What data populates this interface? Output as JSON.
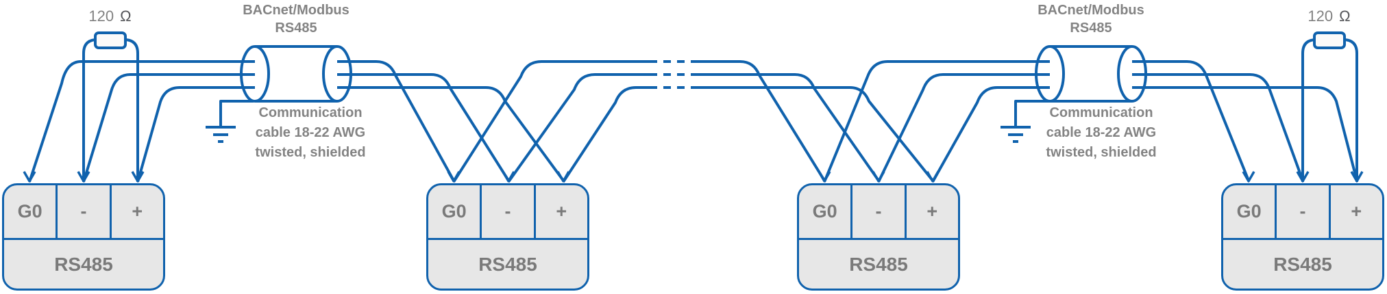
{
  "diagram": {
    "termination_resistors": [
      {
        "value": "120",
        "unit": "Ω"
      },
      {
        "value": "120",
        "unit": "Ω"
      }
    ],
    "bus_labels": [
      {
        "line1": "BACnet/Modbus",
        "line2": "RS485"
      },
      {
        "line1": "BACnet/Modbus",
        "line2": "RS485"
      }
    ],
    "cable_notes": [
      {
        "line1": "Communication",
        "line2": "cable 18-22 AWG",
        "line3": "twisted, shielded"
      },
      {
        "line1": "Communication",
        "line2": "cable 18-22 AWG",
        "line3": "twisted, shielded"
      }
    ],
    "devices": [
      {
        "terminals": [
          "G0",
          "-",
          "+"
        ],
        "port": "RS485"
      },
      {
        "terminals": [
          "G0",
          "-",
          "+"
        ],
        "port": "RS485"
      },
      {
        "terminals": [
          "G0",
          "-",
          "+"
        ],
        "port": "RS485"
      },
      {
        "terminals": [
          "G0",
          "-",
          "+"
        ],
        "port": "RS485"
      }
    ],
    "colors": {
      "wire_blue": "#1062ad",
      "label_gray": "#838383",
      "block_fill": "#e7e7e7",
      "block_text_gray": "#7a7a7a"
    }
  }
}
